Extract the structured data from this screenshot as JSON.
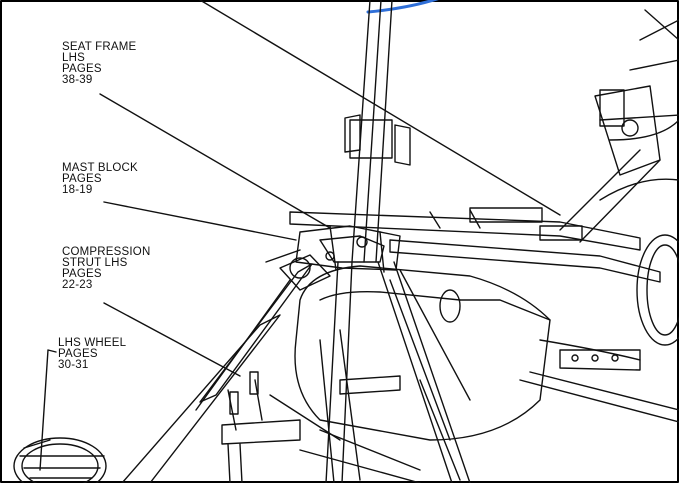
{
  "callouts": {
    "seat_frame": [
      "SEAT FRAME",
      "LHS",
      "PAGES",
      "38-39"
    ],
    "mast_block": [
      "MAST BLOCK",
      "PAGES",
      "18-19"
    ],
    "compression_strut": [
      "COMPRESSION",
      "STRUT LHS",
      "PAGES",
      "22-23"
    ],
    "lhs_wheel": [
      "LHS WHEEL",
      "PAGES",
      "30-31"
    ]
  },
  "colors": {
    "ink": "#111111",
    "accent_arc": "#2f6fd8",
    "border": "#000000",
    "paper": "#ffffff"
  }
}
